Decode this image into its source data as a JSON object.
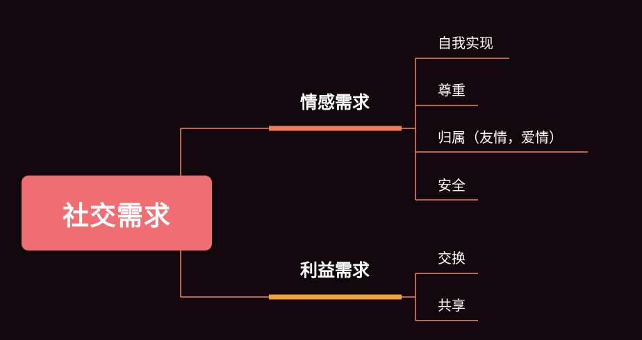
{
  "mindmap": {
    "root": {
      "label": "社交需求",
      "color": "#ee6e72"
    },
    "connector_color": "#f08a5d",
    "branches": [
      {
        "label": "情感需求",
        "color": "#f47a5a",
        "children": [
          "自我实现",
          "尊重",
          "归属（友情，爱情）",
          "安全"
        ]
      },
      {
        "label": "利益需求",
        "color": "#f2a23c",
        "children": [
          "交换",
          "共享"
        ]
      }
    ]
  }
}
